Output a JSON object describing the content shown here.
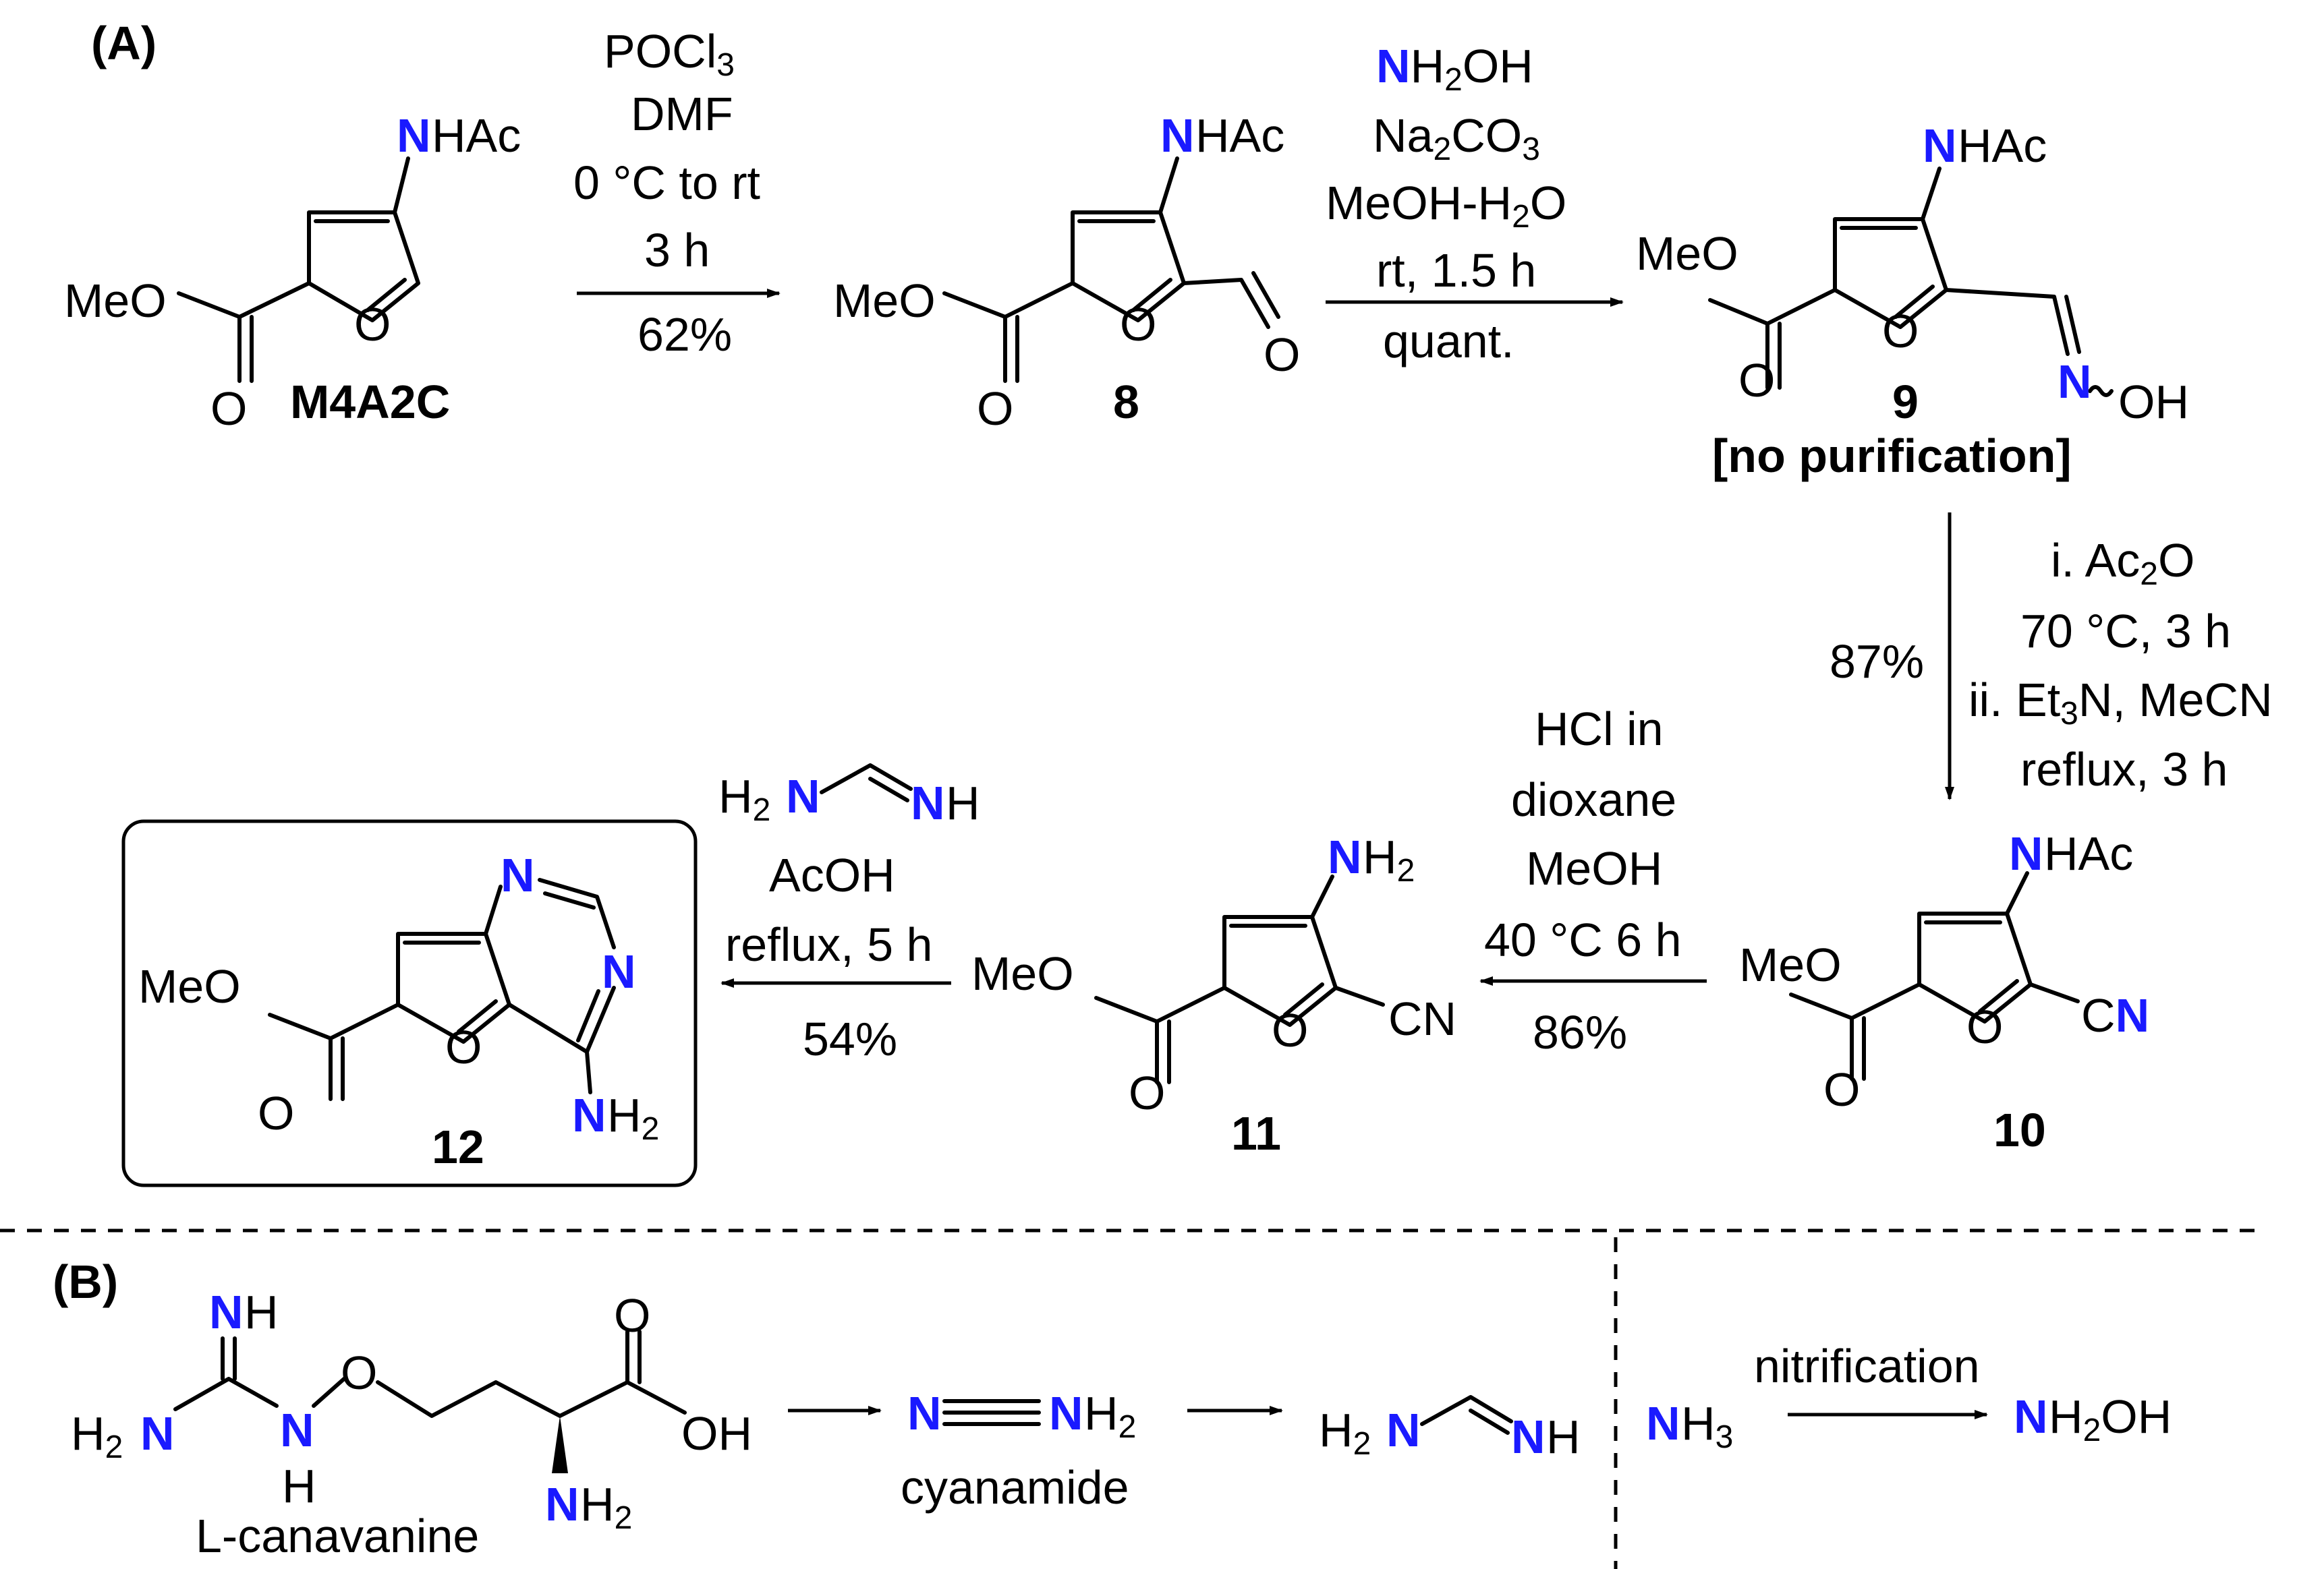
{
  "panel_a": {
    "label": "(A)"
  },
  "panel_b": {
    "label": "(B)"
  },
  "colors": {
    "nitrogen": "#1a1aff",
    "bonds": "#000000"
  },
  "compounds": {
    "m4a2c": {
      "label": "M4A2C",
      "nhac": "HAc",
      "meo": "MeO",
      "o_carbonyl": "O",
      "o_ring": "O"
    },
    "c8": {
      "label": "8",
      "nhac": "HAc",
      "meo": "MeO",
      "o_carbonyl": "O",
      "o_ring": "O",
      "o_aldehyde": "O"
    },
    "c9": {
      "label": "9",
      "nhac": "HAc",
      "meo": "MeO",
      "o_carbonyl": "O",
      "o_ring": "O",
      "oh": "OH",
      "note": "[no purification]"
    },
    "c10": {
      "label": "10",
      "nhac": "HAc",
      "meo": "MeO",
      "o_carbonyl": "O",
      "o_ring": "O",
      "cn_c": "C"
    },
    "c11": {
      "label": "11",
      "meo": "MeO",
      "o_carbonyl": "O",
      "o_ring": "O",
      "cn": "CN",
      "h2": "H",
      "sub2": "2"
    },
    "c12": {
      "label": "12",
      "meo": "MeO",
      "o_carbonyl": "O",
      "o_ring": "O",
      "h2": "H",
      "sub2": "2"
    }
  },
  "steps": {
    "s1": {
      "r1": "POCl",
      "r1_sub": "3",
      "r2": "DMF",
      "r3": "0 °C to rt",
      "r4": "3 h",
      "yield": "62%"
    },
    "s2": {
      "r1": "H",
      "r1_sub": "2",
      "r1_tail": "OH",
      "r2": "Na",
      "r2_sub": "2",
      "r2_tail": "CO",
      "r2_sub2": "3",
      "r3": "MeOH-H",
      "r3_sub": "2",
      "r3_tail": "O",
      "r4": "rt, 1.5 h",
      "yield": "quant."
    },
    "s3": {
      "r1": "i. Ac",
      "r1_sub": "2",
      "r1_tail": "O",
      "r2": "70 °C, 3 h",
      "r3": "ii. Et",
      "r3_sub": "3",
      "r3_tail": "N, MeCN",
      "r4": "reflux, 3 h",
      "yield": "87%"
    },
    "s4": {
      "r1": "HCl in",
      "r2": "dioxane",
      "r3": "MeOH",
      "r4": "40 °C  6 h",
      "yield": "86%"
    },
    "s5": {
      "h2": "H",
      "sub2": "2",
      "h": "H",
      "r2": "AcOH",
      "r3": "reflux, 5 h",
      "yield": "54%"
    }
  },
  "pathway_b": {
    "canavanine": {
      "label": "L-canavanine",
      "h": "H",
      "h2": "H",
      "sub2": "2",
      "oxy": "O",
      "o_acid": "O",
      "oh": "OH"
    },
    "cyanamide": {
      "label": "cyanamide",
      "h2": "H",
      "sub2": "2"
    },
    "formamidine": {
      "h2": "H",
      "sub2": "2",
      "h": "H"
    },
    "nitrification": {
      "h3": "H",
      "sub3": "3",
      "label": "nitrification",
      "tail": "H",
      "tail_sub": "2",
      "tail_end": "OH"
    }
  }
}
